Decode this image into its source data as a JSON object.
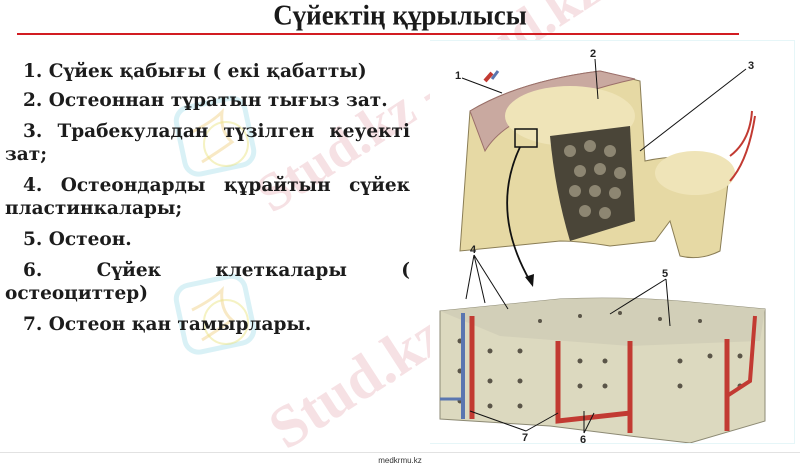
{
  "slide": {
    "title": "Сүйектің құрылысы",
    "title_rule_color": "#d21c22",
    "items": [
      {
        "number": "1.",
        "text": "1.  Сүйек  қабығы  (  екі қабатты)"
      },
      {
        "number": "2.",
        "text": "2. Остеоннан тұратын тығыз зат."
      },
      {
        "number": "3.",
        "text": "3.  Трабекуладан  түзілген кеуекті  зат;"
      },
      {
        "number": "4.",
        "text": "4.  Остеондарды  құрайтын сүйек пластинкалары;"
      },
      {
        "number": "5.",
        "text": "5. Остеон."
      },
      {
        "number": "6.",
        "text": "6.  Сүйек  клеткалары ( остеоциттер)"
      },
      {
        "number": "7.",
        "text": "7. Остеон қан тамырлары."
      }
    ],
    "figure": {
      "description": "Bone structure illustration: cross-section of bone with compact and spongy substance, and enlarged block of compact bone with osteons and blood vessels",
      "labels": [
        "1",
        "2",
        "3",
        "4",
        "5",
        "6",
        "7"
      ],
      "colors": {
        "compact": "#e8dcaa",
        "spongy": "#4a4538",
        "vessel_red": "#c23a32",
        "vessel_blue": "#5a76b0",
        "block": "#d9d6bd"
      }
    },
    "watermark": "Stud.kz - Stud.kz",
    "footer": "medkrmu.kz"
  }
}
